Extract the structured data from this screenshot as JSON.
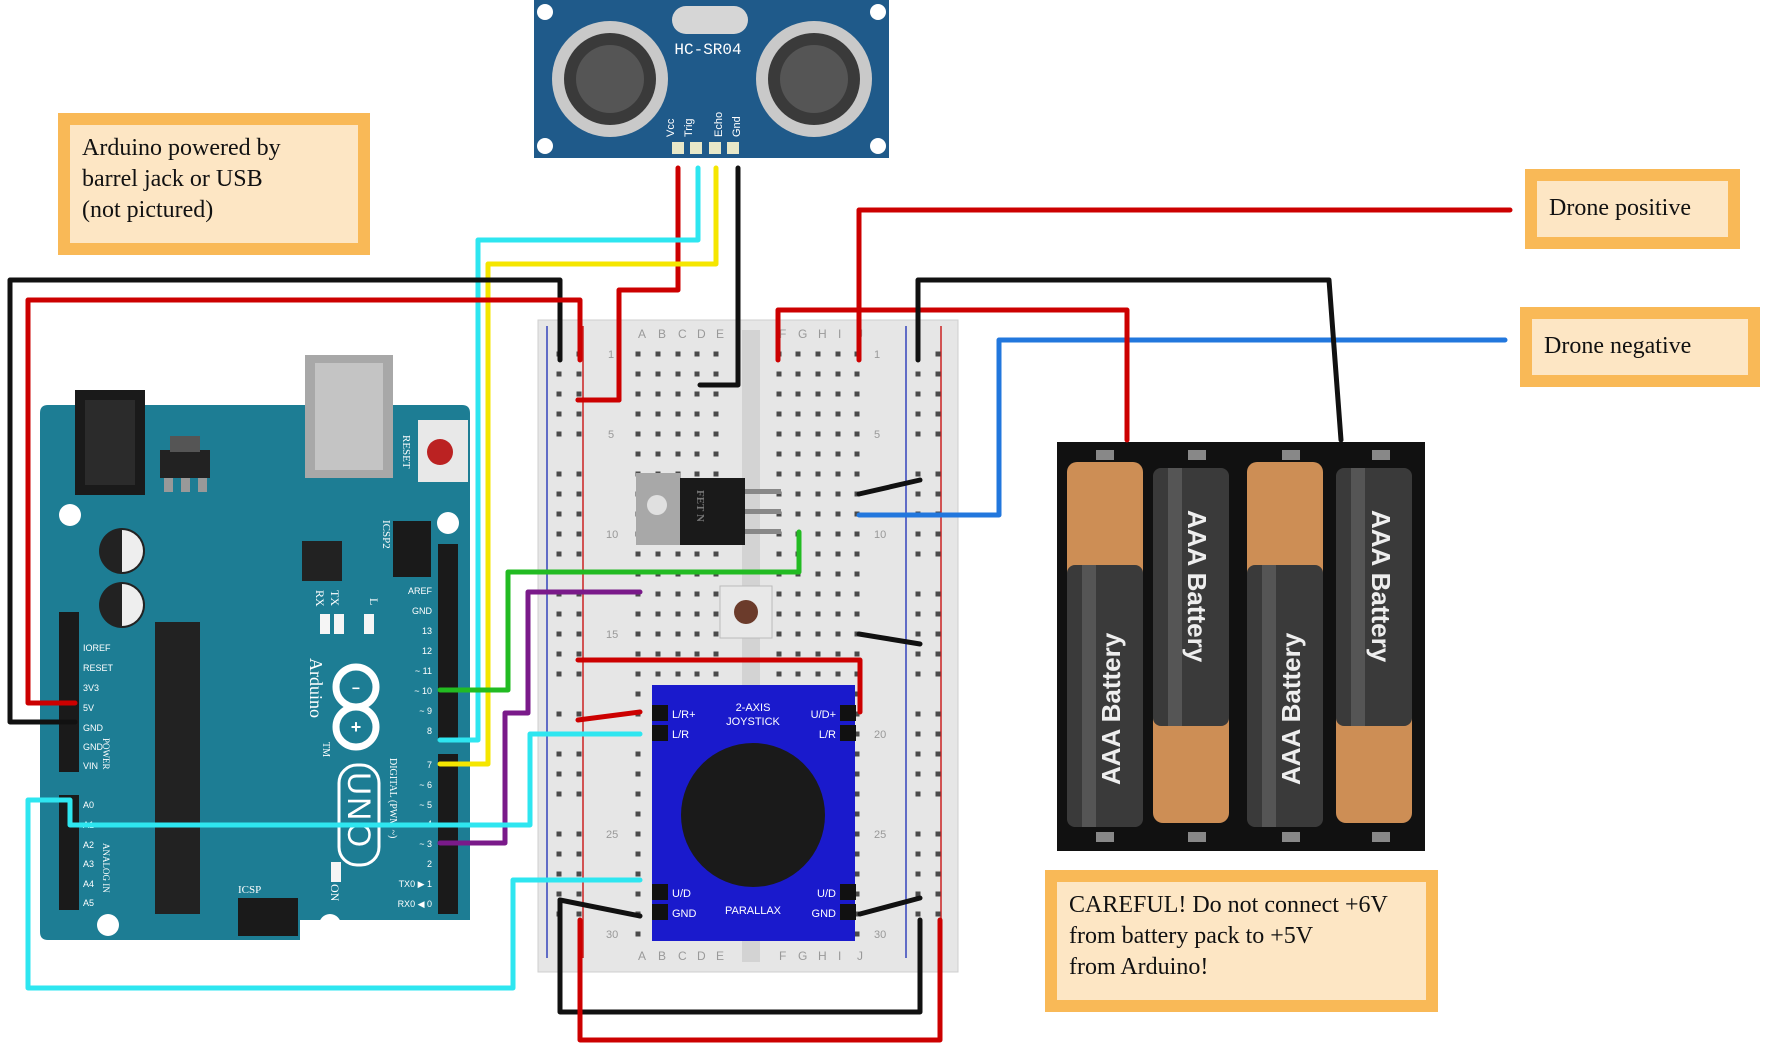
{
  "notes": {
    "power": {
      "lines": [
        "Arduino powered by",
        "barrel jack or USB",
        "(not pictured)"
      ]
    },
    "drone_pos": {
      "lines": [
        "Drone positive"
      ]
    },
    "drone_neg": {
      "lines": [
        "Drone negative"
      ]
    },
    "careful": {
      "lines": [
        "CAREFUL! Do not connect +6V",
        "from battery pack to +5V",
        "from Arduino!"
      ]
    }
  },
  "sensor": {
    "name": "HC-SR04",
    "pins": [
      "Vcc",
      "Trig",
      "Echo",
      "Gnd"
    ]
  },
  "arduino": {
    "reset": "RESET",
    "icsp2": "ICSP2",
    "icsp": "ICSP",
    "brand": "Arduino",
    "model": "UNO",
    "tm": "TM",
    "on": "ON",
    "rx": "RX",
    "tx": "TX",
    "l": "L",
    "digital": "DIGITAL (PWM ~)",
    "power_label": "POWER",
    "analog_label": "ANALOG IN",
    "power_pins": [
      "IOREF",
      "RESET",
      "3V3",
      "5V",
      "GND",
      "GND",
      "VIN"
    ],
    "analog_pins": [
      "A0",
      "A1",
      "A2",
      "A3",
      "A4",
      "A5"
    ],
    "digital_top": [
      "AREF",
      "GND",
      "13",
      "12",
      "~ 11",
      "~ 10",
      "~ 9",
      "8"
    ],
    "digital_bottom": [
      "7",
      "~ 6",
      "~ 5",
      "4",
      "~ 3",
      "2",
      "TX0 ▶ 1",
      "RX0 ◀ 0"
    ]
  },
  "breadboard": {
    "cols_left": [
      "A",
      "B",
      "C",
      "D",
      "E"
    ],
    "cols_right": [
      "F",
      "G",
      "H",
      "I",
      "J"
    ],
    "row_numbers": [
      "1",
      "5",
      "10",
      "15",
      "20",
      "25",
      "30"
    ]
  },
  "mosfet": {
    "label": "FET N"
  },
  "joystick": {
    "title_line1": "2-AXIS",
    "title_line2": "JOYSTICK",
    "brand": "PARALLAX",
    "pin_lr_plus": "L/R+",
    "pin_lr": "L/R",
    "pin_ud_plus": "U/D+",
    "pin_lr_right": "L/R",
    "pin_ud_left": "U/D",
    "pin_gnd_left": "GND",
    "pin_ud_right": "U/D",
    "pin_gnd_right": "GND"
  },
  "battery": {
    "label": "AAA Battery"
  },
  "colors": {
    "red": "#cc0000",
    "black": "#111111",
    "cyan": "#2ee6f0",
    "yellow": "#f5e600",
    "green": "#22bb22",
    "purple": "#7a1a8a",
    "blue": "#2277dd",
    "arduino": "#1d7d94",
    "sensor": "#1f5a8a",
    "joystick": "#1a1acc",
    "note_border": "#f9b957",
    "note_fill": "#fde6c4"
  }
}
